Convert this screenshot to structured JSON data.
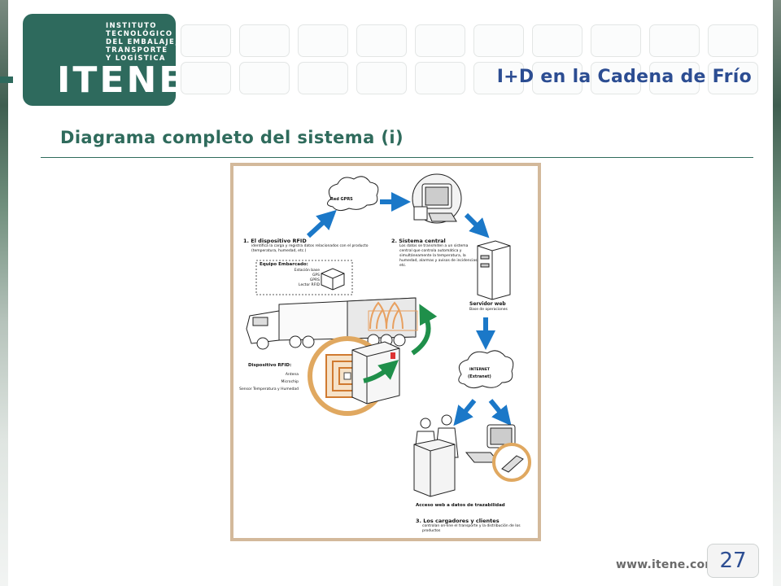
{
  "brand": {
    "lines": [
      "INSTITUTO",
      "TECNOLÓGICO",
      "DEL EMBALAJE,",
      "TRANSPORTE",
      "Y LOGÍSTICA"
    ],
    "name": "ITENE"
  },
  "header": {
    "title": "I+D en la Cadena de Frío"
  },
  "slide": {
    "title": "Diagrama completo del sistema (i)"
  },
  "diagram": {
    "cloud_top": "Red GPRS",
    "step1_title": "1. El dispositivo RFID",
    "step1_text": "identifica la carga y registra datos relacionados con el producto (temperatura, humedad, etc.)",
    "equipo_title": "Equipo Embarcado:",
    "equipo_items": [
      "Estación base",
      "GPS",
      "GPRS",
      "Lector RFID"
    ],
    "step2_title": "2. Sistema central",
    "step2_text": "Los datos se transmiten a un sistema central que controla automática y simultáneamente la temperatura, la humedad, alarmas y avisos de incidencias, etc.",
    "server_title": "Servidor web",
    "server_sub": "Base de operaciones",
    "rfid_title": "Dispositivo RFID:",
    "rfid_items": [
      "Antena",
      "Microchip",
      "Sensor Temperatura y Humedad"
    ],
    "internet_title": "INTERNET",
    "internet_sub": "(Extranet)",
    "acceso": "Acceso web a datos de trazabilidad",
    "step3_title": "3. Los cargadores y clientes",
    "step3_text": "controlan on-line el transporte y la distribución de los productos",
    "colors": {
      "arrow": "#1b78c8",
      "green": "#1f8f4a",
      "orange": "#e8a060"
    }
  },
  "footer": {
    "url": "www.itene.com",
    "page": "27"
  }
}
